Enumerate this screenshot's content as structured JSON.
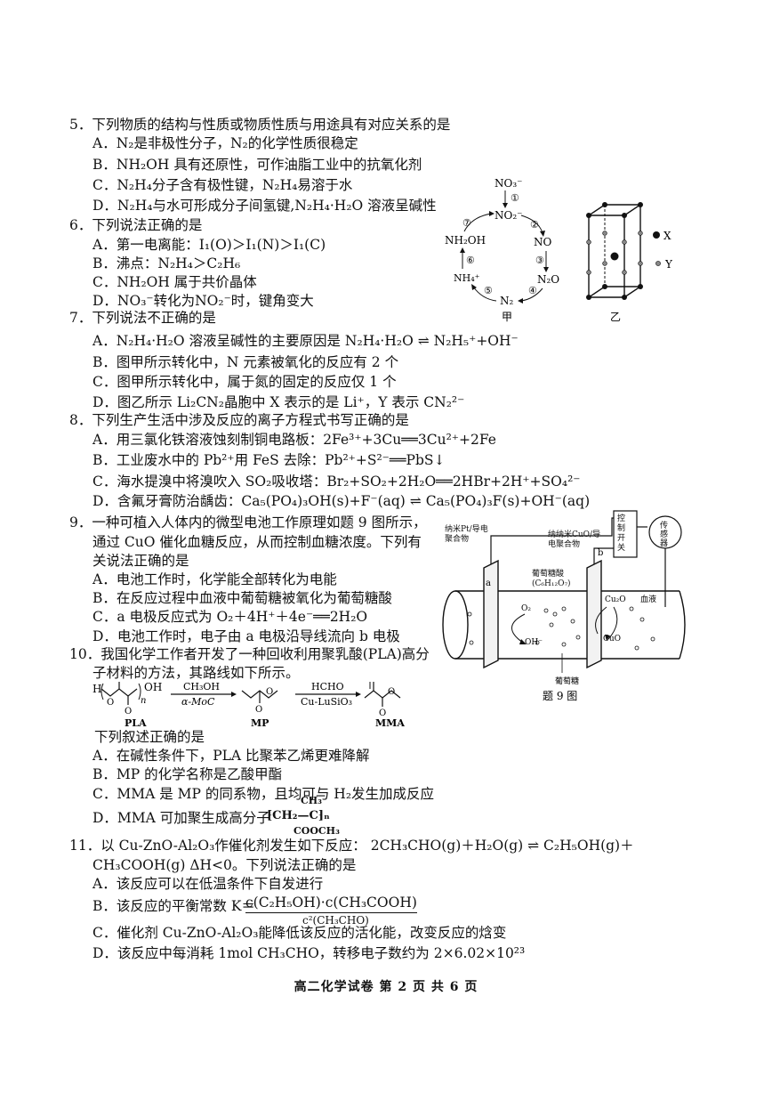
{
  "q5": {
    "stem": "5．下列物质的结构与性质或物质性质与用途具有对应关系的是",
    "A": "A．N₂是非极性分子，N₂的化学性质很稳定",
    "B": "B．NH₂OH 具有还原性，可作油脂工业中的抗氧化剂",
    "C": "C．N₂H₄分子含有极性键，N₂H₄易溶于水",
    "D": "D．N₂H₄与水可形成分子间氢键,N₂H₄·H₂O 溶液呈碱性"
  },
  "q6": {
    "stem": "6．下列说法正确的是",
    "A": "A．第一电离能：I₁(O)＞I₁(N)＞I₁(C)",
    "B": "B．沸点：N₂H₄＞C₂H₆",
    "C": "C．NH₂OH 属于共价晶体",
    "D": "D．NO₃⁻转化为NO₂⁻时，键角变大"
  },
  "q7": {
    "stem": "7．下列说法不正确的是",
    "A": "A．N₂H₄·H₂O 溶液呈碱性的主要原因是 N₂H₄·H₂O ⇌ N₂H₅⁺+OH⁻",
    "B": "B．图甲所示转化中，N 元素被氧化的反应有 2 个",
    "C": "C．图甲所示转化中，属于氮的固定的反应仅 1 个",
    "D": "D．图乙所示 Li₂CN₂晶胞中 X 表示的是 Li⁺，Y 表示 CN₂²⁻"
  },
  "q8": {
    "stem": "8．下列生产生活中涉及反应的离子方程式书写正确的是",
    "A": "A．用三氯化铁溶液蚀刻制铜电路板：2Fe³⁺+3Cu══3Cu²⁺+2Fe",
    "B": "B．工业废水中的 Pb²⁺用 FeS 去除：Pb²⁺+S²⁻══PbS↓",
    "C": "C．海水提溴中将溴吹入 SO₂吸收塔：Br₂+SO₂+2H₂O══2HBr+2H⁺+SO₄²⁻",
    "D": "D．含氟牙膏防治龋齿：Ca₅(PO₄)₃OH(s)+F⁻(aq) ⇌ Ca₅(PO₄)₃F(s)+OH⁻(aq)"
  },
  "q9": {
    "stem1": "9．一种可植入人体内的微型电池工作原理如题 9 图所示，",
    "stem2": "通过 CuO 催化血糖反应，从而控制血糖浓度。下列有",
    "stem3": "关说法正确的是",
    "A": "A．电池工作时，化学能全部转化为电能",
    "B": "B．在反应过程中血液中葡萄糖被氧化为葡萄糖酸",
    "C": "C．a 电极反应式为 O₂＋4H⁺＋4e⁻══2H₂O",
    "D": "D．电池工作时，电子由 a 电极沿导线流向 b 电极",
    "fig_caption": "题 9 图",
    "lbl_a_electrode": "纳米Pt/导电聚合物",
    "lbl_b_electrode": "纳纳米CuO/导电聚合物",
    "lbl_switch": "控制开关",
    "lbl_sensor": "传感器",
    "lbl_glucose_acid": "葡萄糖酸(C₆H₁₂O₇)",
    "lbl_blood": "血液",
    "lbl_glucose": "葡萄糖",
    "lbl_a": "a",
    "lbl_b": "b",
    "lbl_o2": "O₂",
    "lbl_oh": "OH⁻",
    "lbl_cu2o": "Cu₂O",
    "lbl_cuo": "CuO"
  },
  "q10": {
    "stem1": "10．我国化学工作者开发了一种回收利用聚乳酸(PLA)高分",
    "stem2": "子材料的方法，其路线如下所示。",
    "reagent1_top": "CH₃OH",
    "reagent1_bot": "α-MoC",
    "reagent2_top": "HCHO",
    "reagent2_bot": "Cu-LuSiO₃",
    "lbl_pla": "PLA",
    "lbl_mp": "MP",
    "lbl_mma": "MMA",
    "lbl_h": "H",
    "lbl_oh": "OH",
    "lbl_n": "n",
    "lbl_o": "O",
    "stem3": "下列叙述正确的是",
    "A": "A．在碱性条件下，PLA 比聚苯乙烯更难降解",
    "B": "B．MP 的化学名称是乙酸甲酯",
    "C": "C．MMA 是 MP 的同系物，且均可与 H₂发生加成反应",
    "D": "D．MMA 可加聚生成高分子",
    "poly_ch3": "CH₃",
    "poly_main": "⁅CH₂—C⁆ₙ",
    "poly_cooch3": "COOCH₃"
  },
  "q11": {
    "stem1": "11．以 Cu-ZnO-Al₂O₃作催化剂发生如下反应：  2CH₃CHO(g)＋H₂O(g) ⇌ C₂H₅OH(g)＋",
    "stem2": "CH₃COOH(g)   ΔH<0。下列说法正确的是",
    "A": "A．该反应可以在低温条件下自发进行",
    "B_prefix": "B．该反应的平衡常数 K＝",
    "B_num": "c(C₂H₅OH)·c(CH₃COOH)",
    "B_den": "c²(CH₃CHO)",
    "C": "C．催化剂 Cu-ZnO-Al₂O₃能降低该反应的活化能，改变反应的焓变",
    "D": "D．该反应中每消耗 1mol CH₃CHO，转移电子数约为 2×6.02×10²³"
  },
  "figjia": {
    "no3": "NO₃⁻",
    "no2": "NO₂⁻",
    "no": "NO",
    "n2o": "N₂O",
    "n2": "N₂",
    "nh4": "NH₄⁺",
    "nh2oh": "NH₂OH",
    "c1": "①",
    "c2": "②",
    "c3": "③",
    "c4": "④",
    "c5": "⑤",
    "c6": "⑥",
    "c7": "⑦",
    "caption": "甲"
  },
  "figyi": {
    "x": "X",
    "y": "Y",
    "caption": "乙"
  },
  "footer": "高二化学试卷  第 2 页  共 6 页"
}
